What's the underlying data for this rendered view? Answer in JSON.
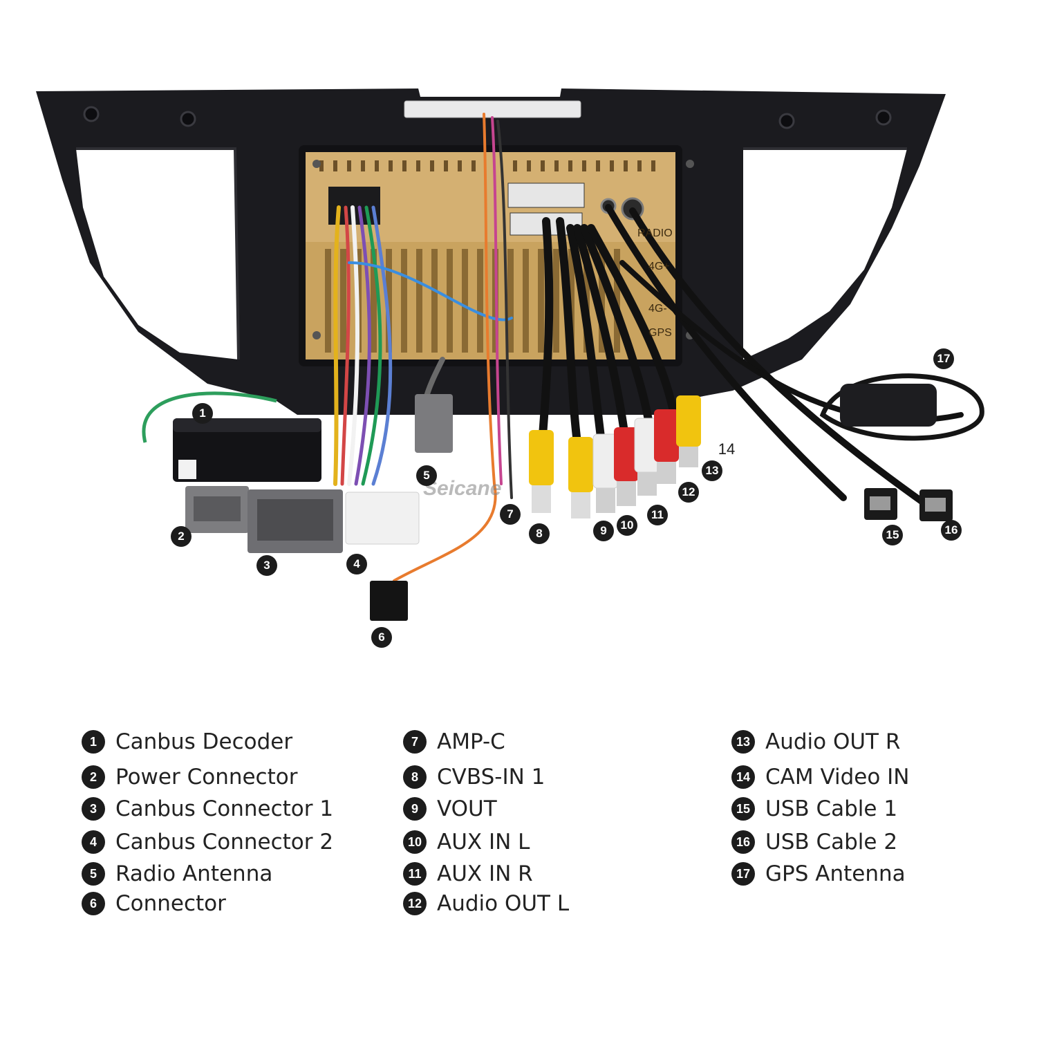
{
  "photo": {
    "watermark": "Seicane",
    "panel_labels": [
      "RADIO",
      "4G+",
      "4G-",
      "GPS"
    ],
    "markers": [
      {
        "n": "1"
      },
      {
        "n": "2"
      },
      {
        "n": "3"
      },
      {
        "n": "4"
      },
      {
        "n": "5"
      },
      {
        "n": "6"
      },
      {
        "n": "7"
      },
      {
        "n": "8"
      },
      {
        "n": "9"
      },
      {
        "n": "10"
      },
      {
        "n": "11"
      },
      {
        "n": "12"
      },
      {
        "n": "13"
      },
      {
        "n": "14"
      },
      {
        "n": "15"
      },
      {
        "n": "16"
      },
      {
        "n": "17"
      }
    ]
  },
  "legend": {
    "columns": [
      [
        {
          "num": "1",
          "label": "Canbus Decoder"
        },
        {
          "num": "2",
          "label": "Power Connector"
        },
        {
          "num": "3",
          "label": "Canbus Connector 1"
        },
        {
          "num": "4",
          "label": "Canbus Connector 2"
        },
        {
          "num": "5",
          "label": "Radio Antenna"
        },
        {
          "num": "6",
          "label": "Connector"
        }
      ],
      [
        {
          "num": "7",
          "label": "AMP-C"
        },
        {
          "num": "8",
          "label": "CVBS-IN 1"
        },
        {
          "num": "9",
          "label": "VOUT"
        },
        {
          "num": "10",
          "label": "AUX IN L"
        },
        {
          "num": "11",
          "label": "AUX IN R"
        },
        {
          "num": "12",
          "label": "Audio OUT L"
        }
      ],
      [
        {
          "num": "13",
          "label": "Audio OUT R"
        },
        {
          "num": "14",
          "label": "CAM Video IN"
        },
        {
          "num": "15",
          "label": "USB Cable 1"
        },
        {
          "num": "16",
          "label": "USB Cable 2"
        },
        {
          "num": "17",
          "label": "GPS Antenna"
        }
      ]
    ]
  },
  "colors": {
    "frame": "#1a1a1e",
    "chassis": "#c8a15f",
    "rca_yellow": "#f1c40f",
    "rca_red": "#d92b2b",
    "rca_white": "#eeeeee",
    "marker": "#1c1c1c"
  }
}
